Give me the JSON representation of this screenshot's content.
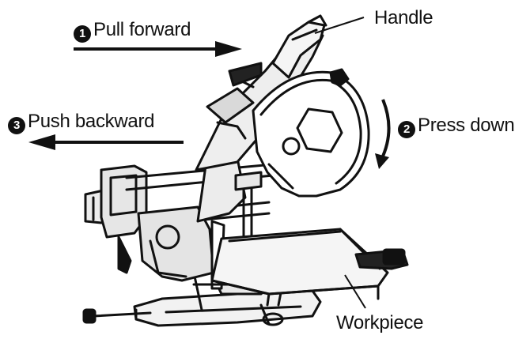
{
  "labels": {
    "handle": "Handle",
    "workpiece": "Workpiece"
  },
  "steps": [
    {
      "number": "1",
      "text": "Pull forward"
    },
    {
      "number": "2",
      "text": "Press down"
    },
    {
      "number": "3",
      "text": "Push backward"
    }
  ],
  "colors": {
    "ink": "#111111",
    "background": "#ffffff",
    "fill": "#e8e8e8"
  }
}
